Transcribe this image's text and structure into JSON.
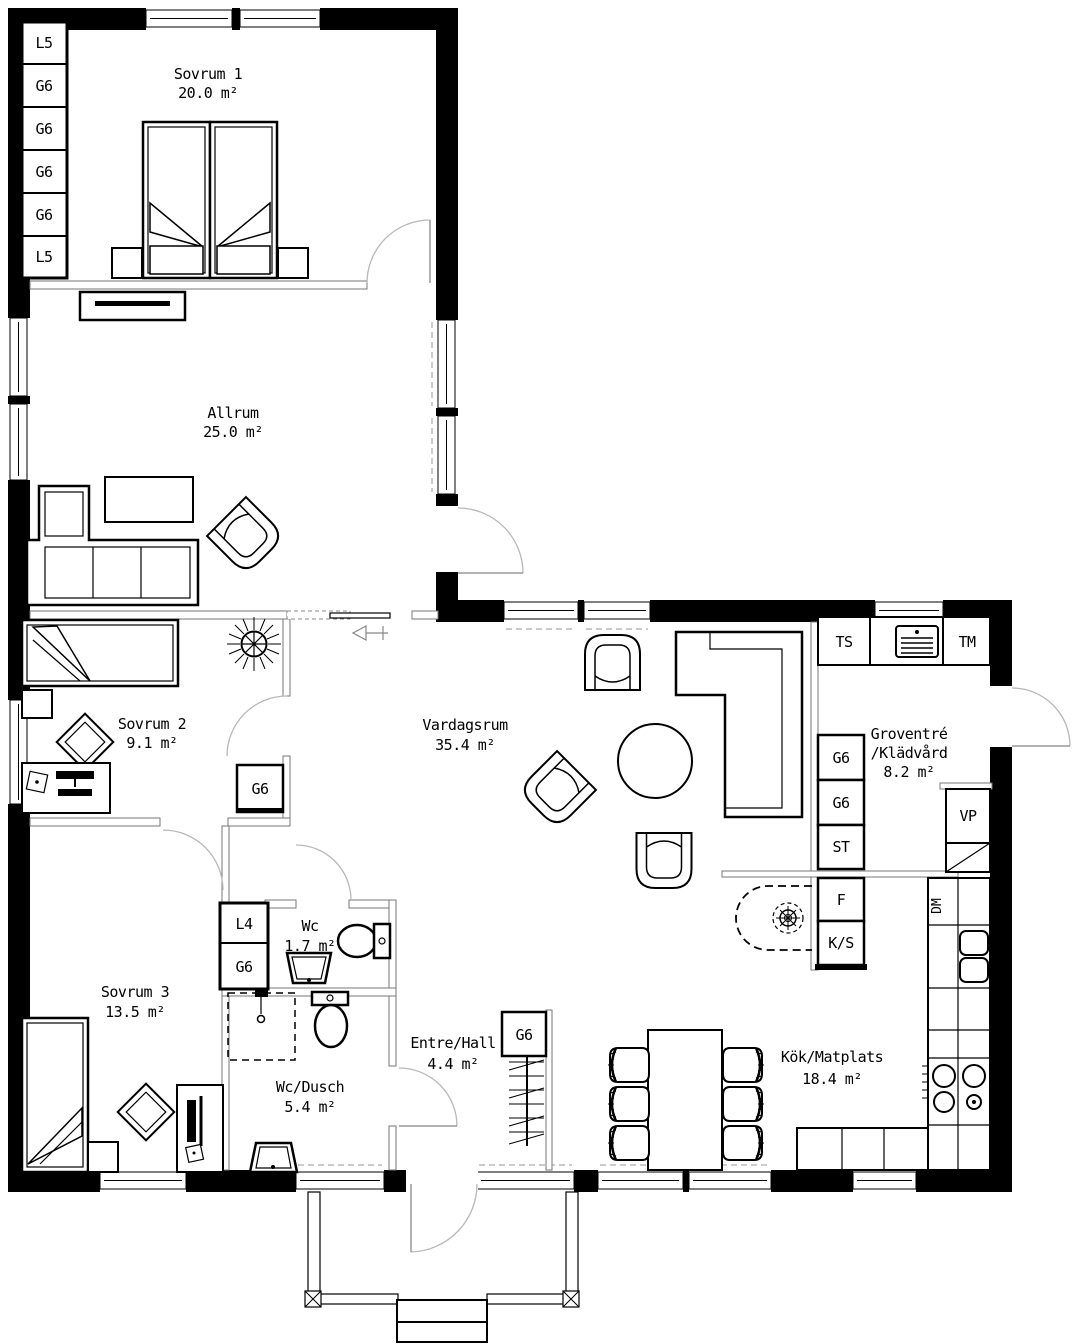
{
  "rooms": {
    "sovrum1": {
      "name": "Sovrum 1",
      "area": "20.0 m²"
    },
    "allrum": {
      "name": "Allrum",
      "area": "25.0 m²"
    },
    "sovrum2": {
      "name": "Sovrum 2",
      "area": "9.1 m²"
    },
    "vardagsrum": {
      "name": "Vardagsrum",
      "area": "35.4 m²"
    },
    "groventre": {
      "name": "Groventré",
      "name2": "/Klädvård",
      "area": "8.2 m²"
    },
    "sovrum3": {
      "name": "Sovrum 3",
      "area": "13.5 m²"
    },
    "wc": {
      "name": "Wc",
      "area": "1.7 m²"
    },
    "wcdusch": {
      "name": "Wc/Dusch",
      "area": "5.4 m²"
    },
    "entre": {
      "name": "Entre/Hall",
      "area": "4.4 m²"
    },
    "kok": {
      "name": "Kök/Matplats",
      "area": "18.4 m²"
    }
  },
  "cabinets": {
    "sovrum1_column": [
      "L5",
      "G6",
      "G6",
      "G6",
      "G6",
      "L5"
    ],
    "sovrum2_wardrobe": "G6",
    "hall_closet": [
      "L4",
      "G6"
    ],
    "entre_wardrobe": "G6",
    "laundry_top": [
      "TS",
      "TM"
    ],
    "laundry_column": [
      "G6",
      "G6",
      "ST"
    ],
    "kitchen_tall": [
      "F",
      "K/S"
    ],
    "water_heater": "VP",
    "dishwasher": "DM"
  },
  "colors": {
    "wall": "#000000",
    "thin_wall": "#777777",
    "door_arc": "#b8b8b8",
    "paper": "#ffffff"
  }
}
